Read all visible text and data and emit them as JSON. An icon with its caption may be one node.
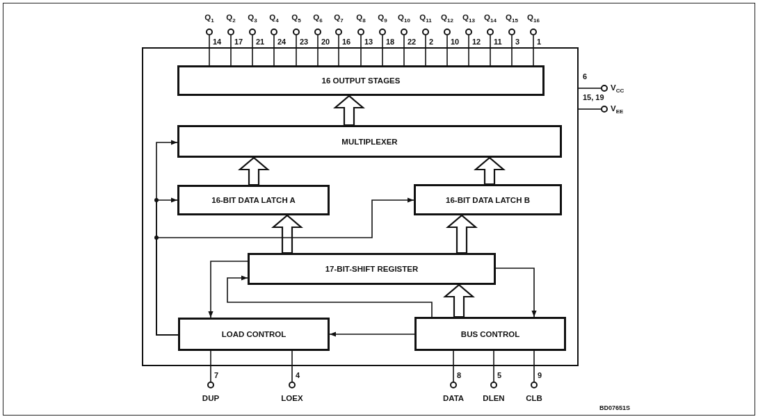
{
  "diagram": {
    "nodes": [
      {
        "text": [],
        "shape": "box"
      },
      {
        "text": [
          "Q$_{1}$"
        ],
        "beside": [
          "14"
        ]
      },
      {
        "text": [
          "Q$_{2}$"
        ],
        "beside": [
          "17"
        ]
      },
      {
        "text": [
          "Q$_{3}$"
        ],
        "beside": [
          "21"
        ]
      },
      {
        "text": [
          "Q$_{4}$"
        ],
        "beside": [
          "24"
        ]
      },
      {
        "text": [
          "Q$_{5}$"
        ],
        "beside": [
          "23"
        ]
      },
      {
        "text": [
          "Q$_{6}$"
        ],
        "beside": [
          "20"
        ]
      },
      {
        "text": [
          "Q$_{7}$"
        ],
        "beside": [
          "16"
        ]
      },
      {
        "text": [
          "Q$_{8}$"
        ],
        "beside": [
          "13"
        ]
      },
      {
        "text": [
          "Q$_{9}$"
        ],
        "beside": [
          "18"
        ]
      },
      {
        "text": [
          "Q$_{10}$"
        ],
        "beside": [
          "22"
        ]
      },
      {
        "text": [
          "Q$_{11}$"
        ],
        "beside": [
          "2"
        ]
      },
      {
        "text": [
          "Q$_{12}$"
        ],
        "beside": [
          "10"
        ]
      },
      {
        "text": [
          "Q$_{13}$"
        ],
        "beside": [
          "12"
        ]
      },
      {
        "text": [
          "Q$_{14}$"
        ],
        "beside": [
          "11"
        ]
      },
      {
        "text": [
          "Q$_{15}$"
        ],
        "beside": [
          "3"
        ]
      },
      {
        "text": [
          "Q$_{16}$"
        ],
        "beside": [
          "1"
        ]
      },
      {
        "text": [
          "V$_{CC}$"
        ],
        "beside": [
          "6"
        ]
      },
      {
        "text": [
          "V$_{EE}$"
        ],
        "beside": [
          "15, 19"
        ]
      },
      {
        "text": [
          "16 OUTPUT STAGES"
        ],
        "in": 0
      },
      {
        "text": [
          "MULTIPLEXER"
        ],
        "in": 0
      },
      {
        "text": [
          "16-BIT DATA LATCH A"
        ],
        "in": 0
      },
      {
        "text": [
          "16-BIT DATA LATCH B"
        ],
        "in": 0
      },
      {
        "text": [
          "17-BIT-SHIFT REGISTER"
        ],
        "in": 0
      },
      {
        "text": [
          "LOAD CONTROL"
        ],
        "in": 0
      },
      {
        "text": [
          "BUS CONTROL"
        ],
        "in": 0
      },
      {
        "text": [
          "DUP"
        ],
        "beside": [
          "7"
        ]
      },
      {
        "text": [
          "LOEX"
        ],
        "beside": [
          "4"
        ]
      },
      {
        "text": [
          "DATA"
        ],
        "beside": [
          "8"
        ]
      },
      {
        "text": [
          "DLEN"
        ],
        "beside": [
          "5"
        ]
      },
      {
        "text": [
          "CLB"
        ],
        "beside": [
          "9"
        ]
      }
    ],
    "edges": [
      {
        "from": 19,
        "to": 1,
        "arrow": "none"
      },
      {
        "from": 19,
        "to": 2,
        "arrow": "none"
      },
      {
        "from": 19,
        "to": 3,
        "arrow": "none"
      },
      {
        "from": 19,
        "to": 4,
        "arrow": "none"
      },
      {
        "from": 19,
        "to": 5,
        "arrow": "none"
      },
      {
        "from": 19,
        "to": 6,
        "arrow": "none"
      },
      {
        "from": 19,
        "to": 7,
        "arrow": "none"
      },
      {
        "from": 19,
        "to": 8,
        "arrow": "none"
      },
      {
        "from": 19,
        "to": 9,
        "arrow": "none"
      },
      {
        "from": 19,
        "to": 10,
        "arrow": "none"
      },
      {
        "from": 19,
        "to": 11,
        "arrow": "none"
      },
      {
        "from": 19,
        "to": 12,
        "arrow": "none"
      },
      {
        "from": 19,
        "to": 13,
        "arrow": "none"
      },
      {
        "from": 19,
        "to": 14,
        "arrow": "none"
      },
      {
        "from": 19,
        "to": 15,
        "arrow": "none"
      },
      {
        "from": 19,
        "to": 16,
        "arrow": "none"
      },
      {
        "from": 0,
        "to": 17,
        "arrow": "none"
      },
      {
        "from": 0,
        "to": 18,
        "arrow": "none"
      },
      {
        "from": 20,
        "to": 19,
        "arrow": "to",
        "style": "thick"
      },
      {
        "from": 21,
        "to": 20,
        "arrow": "to",
        "style": "thick"
      },
      {
        "from": 22,
        "to": 20,
        "arrow": "to",
        "style": "thick"
      },
      {
        "from": 23,
        "to": 21,
        "arrow": "to",
        "style": "thick"
      },
      {
        "from": 23,
        "to": 22,
        "arrow": "to",
        "style": "thick"
      },
      {
        "from": 25,
        "to": 23,
        "arrow": "to",
        "style": "thick"
      },
      {
        "from": 24,
        "to": 20,
        "arrow": "to"
      },
      {
        "from": 24,
        "to": 21,
        "arrow": "to"
      },
      {
        "from": 24,
        "to": 22,
        "arrow": "to"
      },
      {
        "from": 23,
        "to": 24,
        "arrow": "to"
      },
      {
        "from": 25,
        "to": 23,
        "arrow": "to"
      },
      {
        "from": 23,
        "to": 25,
        "arrow": "to"
      },
      {
        "from": 25,
        "to": 24,
        "arrow": "to"
      },
      {
        "from": 24,
        "to": 26,
        "arrow": "none"
      },
      {
        "from": 24,
        "to": 27,
        "arrow": "none"
      },
      {
        "from": 25,
        "to": 28,
        "arrow": "none"
      },
      {
        "from": 25,
        "to": 29,
        "arrow": "none"
      },
      {
        "from": 25,
        "to": 30,
        "arrow": "none"
      }
    ],
    "labels": [
      "BD07651S"
    ]
  }
}
